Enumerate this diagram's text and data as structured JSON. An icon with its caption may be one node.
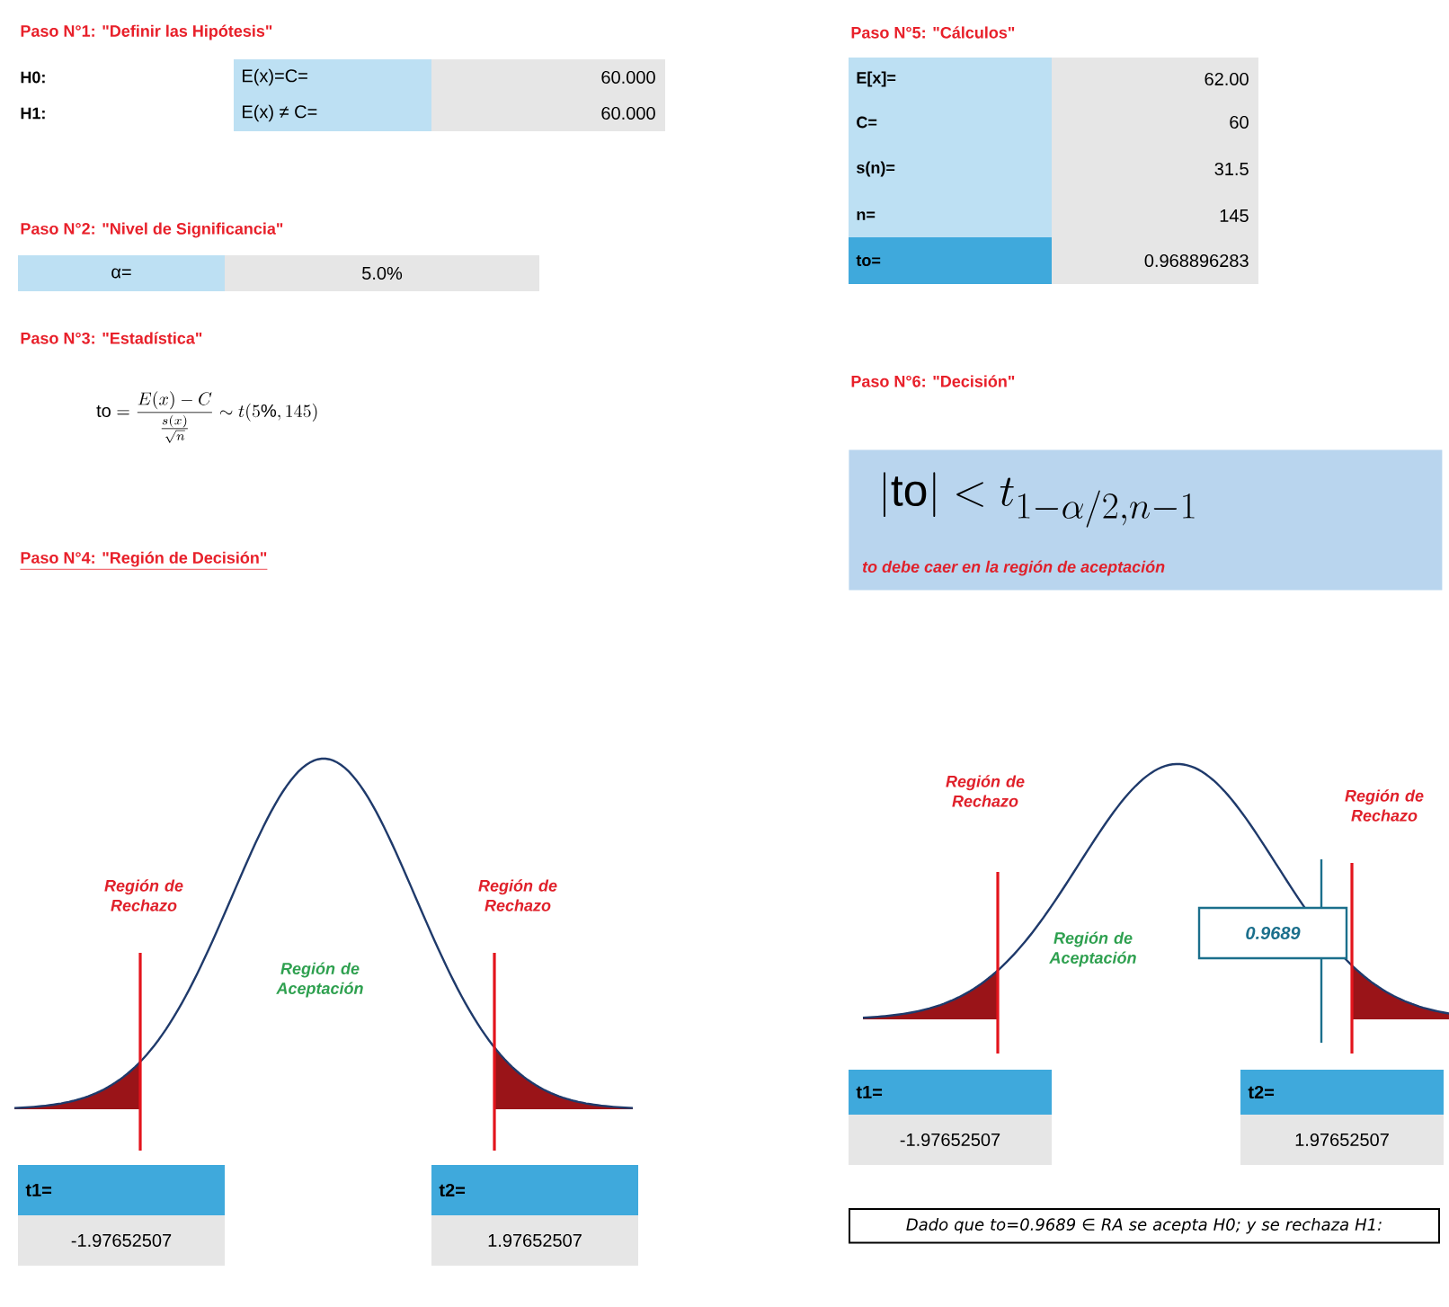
{
  "diagram": {
    "nodes": [
      {
        "text": [
          "|\\mathrm{to}| < t_{1-\\alpha/2,n-1}",
          "to debe caer en la región de aceptación"
        ]
      },
      {
        "text": [
          "0.9689"
        ]
      },
      {
        "text": [
          "Dado que to=0.9689 ∈ RA se acepta H0; y se rechaza H1:"
        ]
      }
    ],
    "labels": [
      "Paso N°1: \"Definir las Hipótesis\"",
      "H0:",
      "E(x)=C=",
      "60.000",
      "H1:",
      "E(x) ≠ C=",
      "60.000",
      "Paso N°2: \"Nivel de Significancia\"",
      "α=",
      "5.0%",
      "Paso N°3: \"Estadística\"",
      "\\mathrm{to}=\\frac{E(x)-C}{\\frac{s(x)}{\\sqrt{n}}}\\sim t(5\\%,145)",
      "Paso N°4: \"Región de Decisión\"",
      "Región de Rechazo",
      "Región de Rechazo",
      "Región de Aceptación",
      "t1=",
      "-1.97652507",
      "t2=",
      "1.97652507",
      "Paso N°5: \"Cálculos\"",
      "E[x]=",
      "62.00",
      "C=",
      "60",
      "s(n)=",
      "31.5",
      "n=",
      "145",
      "to=",
      "0.968896283",
      "Paso N°6: \"Decisión\"",
      "Región de Rechazo",
      "Región de Rechazo",
      "Región de Aceptación",
      "t1=",
      "-1.97652507",
      "t2=",
      "1.97652507"
    ]
  }
}
